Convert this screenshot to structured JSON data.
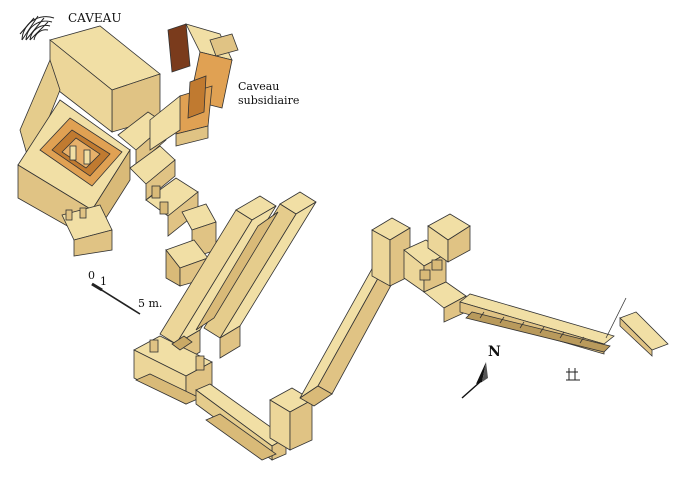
{
  "labels": {
    "caveau": "CAVEAU",
    "subsidiary_line1": "Caveau",
    "subsidiary_line2": "subsidiaire",
    "scale_zero": "0",
    "scale_one": "1",
    "scale_five": "5 m.",
    "north": "N"
  },
  "colors": {
    "wall": "#f1dfa5",
    "wall_side": "#e0c384",
    "wall_shadow": "#c9a966",
    "chamber": "#e0a153",
    "chamber_dark": "#c07a30",
    "door": "#7a3b1c",
    "stroke": "#333333"
  }
}
